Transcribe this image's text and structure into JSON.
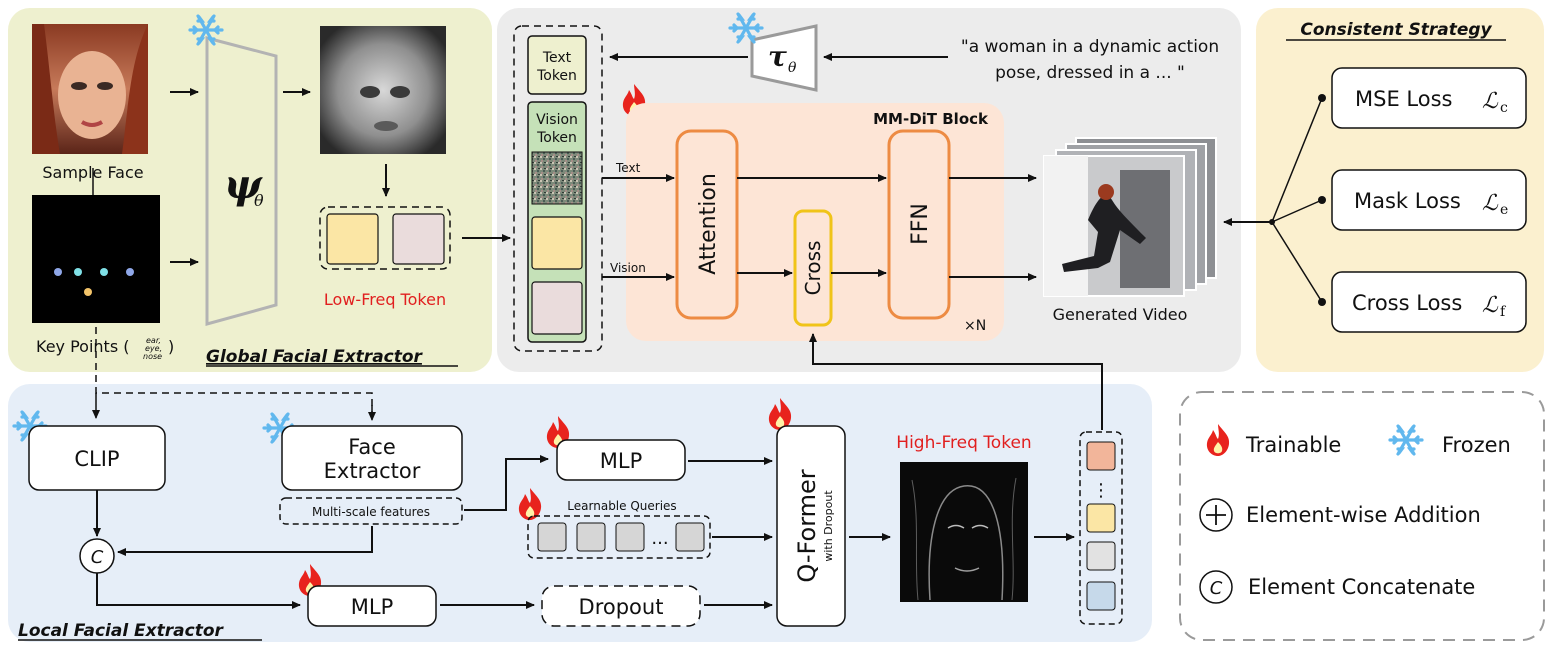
{
  "global": {
    "title": "Global Facial Extractor",
    "sample_face": "Sample Face",
    "key_points": "Key Points (",
    "key_points_sub": [
      "ear,",
      "eye,",
      "nose"
    ],
    "encoder_symbol": "ψ",
    "encoder_sub": "θ",
    "low_freq": "Low-Freq Token"
  },
  "dit": {
    "text_encoder_symbol": "τ",
    "text_encoder_sub": "θ",
    "prompt_line1": "\"a woman in a dynamic action",
    "prompt_line2": "pose, dressed in a ...  \"",
    "text_token": [
      "Text",
      "Token"
    ],
    "vision_token": [
      "Vision",
      "Token"
    ],
    "block_title": "MM-DiT Block",
    "text_label": "Text",
    "vision_label": "Vision",
    "attention": "Attention",
    "cross": "Cross",
    "ffn": "FFN",
    "times_n": "×N",
    "generated_video": "Generated Video"
  },
  "strategy": {
    "title": "Consistent Strategy",
    "losses": [
      {
        "name": "MSE Loss",
        "sym": "ℒ",
        "sub": "c"
      },
      {
        "name": "Mask Loss",
        "sym": "ℒ",
        "sub": "e"
      },
      {
        "name": "Cross Loss",
        "sym": "ℒ",
        "sub": "f"
      }
    ]
  },
  "local": {
    "title": "Local Facial Extractor",
    "clip": "CLIP",
    "face_extractor": [
      "Face",
      "Extractor"
    ],
    "multi_scale": "Multi-scale features",
    "mlp_top": "MLP",
    "learnable_queries": "Learnable Queries",
    "ellipsis": "...",
    "mlp_bottom": "MLP",
    "dropout": "Dropout",
    "qformer": "Q-Former",
    "qformer_sub": "with Dropout",
    "high_freq": "High-Freq Token",
    "concat_symbol": "C",
    "vdots": "⋮"
  },
  "legend": {
    "trainable": "Trainable",
    "frozen": "Frozen",
    "addition": "Element-wise Addition",
    "concatenate": "Element Concatenate",
    "concat_symbol": "C"
  },
  "colors": {
    "global_bg": "#eef0cf",
    "dit_bg": "#ececec",
    "block_bg": "#fde5d6",
    "strategy_bg": "#fbf0cf",
    "local_bg": "#e6eef8",
    "attention_border": "#ed8b43",
    "cross_border": "#f0c419",
    "token_yellow": "#fbe6a5",
    "token_pink": "#eadcdc",
    "token_orange": "#f2b59a",
    "token_gray": "#e2e2e2",
    "token_blue": "#c6d9ea",
    "fire": "#e8231d",
    "snow": "#61b8ee"
  }
}
